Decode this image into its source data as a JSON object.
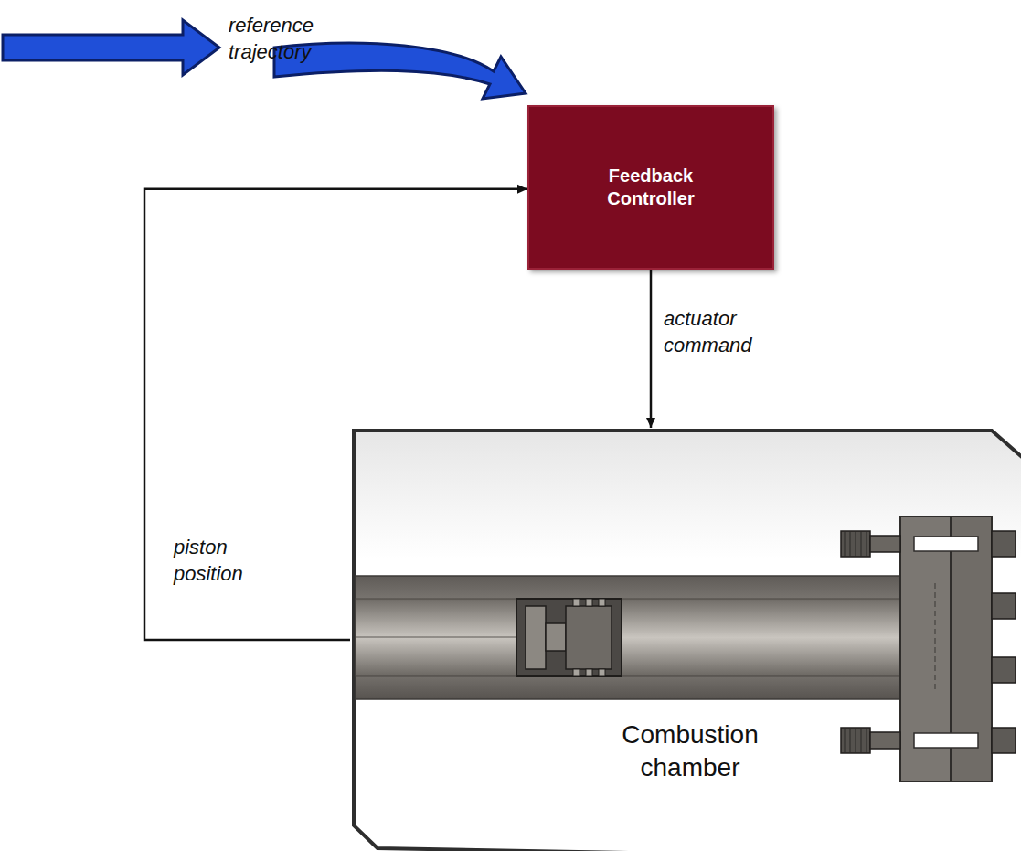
{
  "diagram": {
    "nodes": [
      {
        "text": [
          "Feedback Controller"
        ]
      },
      {
        "text": [
          "Combustion chamber"
        ]
      }
    ],
    "edges": [
      {
        "from": 0,
        "to": 1,
        "arrow": "to",
        "label": "actuator command"
      },
      {
        "from": 1,
        "to": 0,
        "arrow": "to",
        "label": "piston position"
      }
    ],
    "labels": [
      "reference trajectory"
    ]
  }
}
